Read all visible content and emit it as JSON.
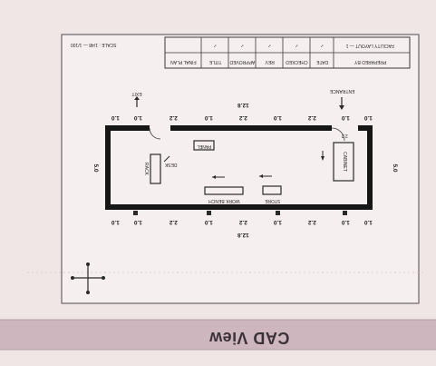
{
  "banner": {
    "title": "CAD View",
    "color": "#cdb6bd"
  },
  "title_block": {
    "row1": [
      "FACILITY LAYOUT — 1",
      "✓",
      "✓",
      "✓",
      "✓",
      "✓"
    ],
    "row2": [
      "PREPARED BY",
      "DATE",
      "CHECKED",
      "REV",
      "APPROVED",
      "TITLE",
      "FINAL PLAN"
    ],
    "scale": "SCALE : 1/48 — 1/100"
  },
  "plan": {
    "top_dims": [
      "1.0",
      "1.0",
      "2.2",
      "1.0",
      "2.2",
      "1.0",
      "2.2",
      "1.0",
      "1.0"
    ],
    "bottom_dims": [
      "1.0",
      "1.0",
      "2.2",
      "1.0",
      "2.2",
      "1.0",
      "2.2",
      "1.0",
      "1.0"
    ],
    "top_total": "12.8",
    "bottom_total": "12.8",
    "left_dim": "5.0",
    "right_dim": "5.0",
    "entrance_label": "ENTRANCE",
    "exit_label": "EXIT",
    "door_dim": "2.2",
    "equipment": [
      "RACK",
      "PANEL",
      "WORK BENCH",
      "CABINET",
      "STORE",
      "DESK"
    ]
  }
}
